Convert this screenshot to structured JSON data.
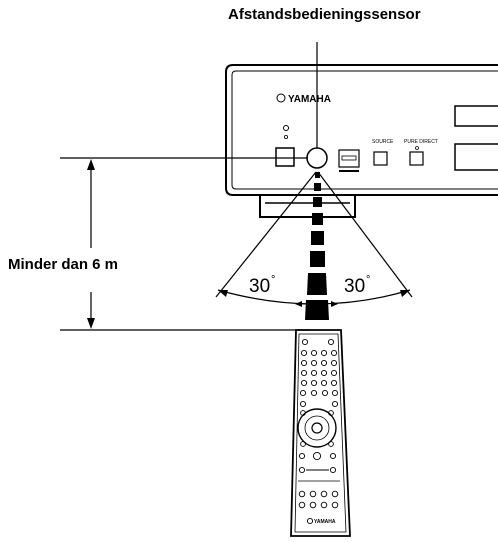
{
  "labels": {
    "sensor": "Afstandsbedieningssensor",
    "distance": "Minder dan 6 m",
    "angle_left": "30",
    "angle_right": "30",
    "degree_symbol": "°"
  },
  "device": {
    "brand": "YAMAHA",
    "source_button": "SOURCE",
    "pure_direct_button": "PURE DIRECT"
  },
  "remote": {
    "brand": "YAMAHA"
  }
}
